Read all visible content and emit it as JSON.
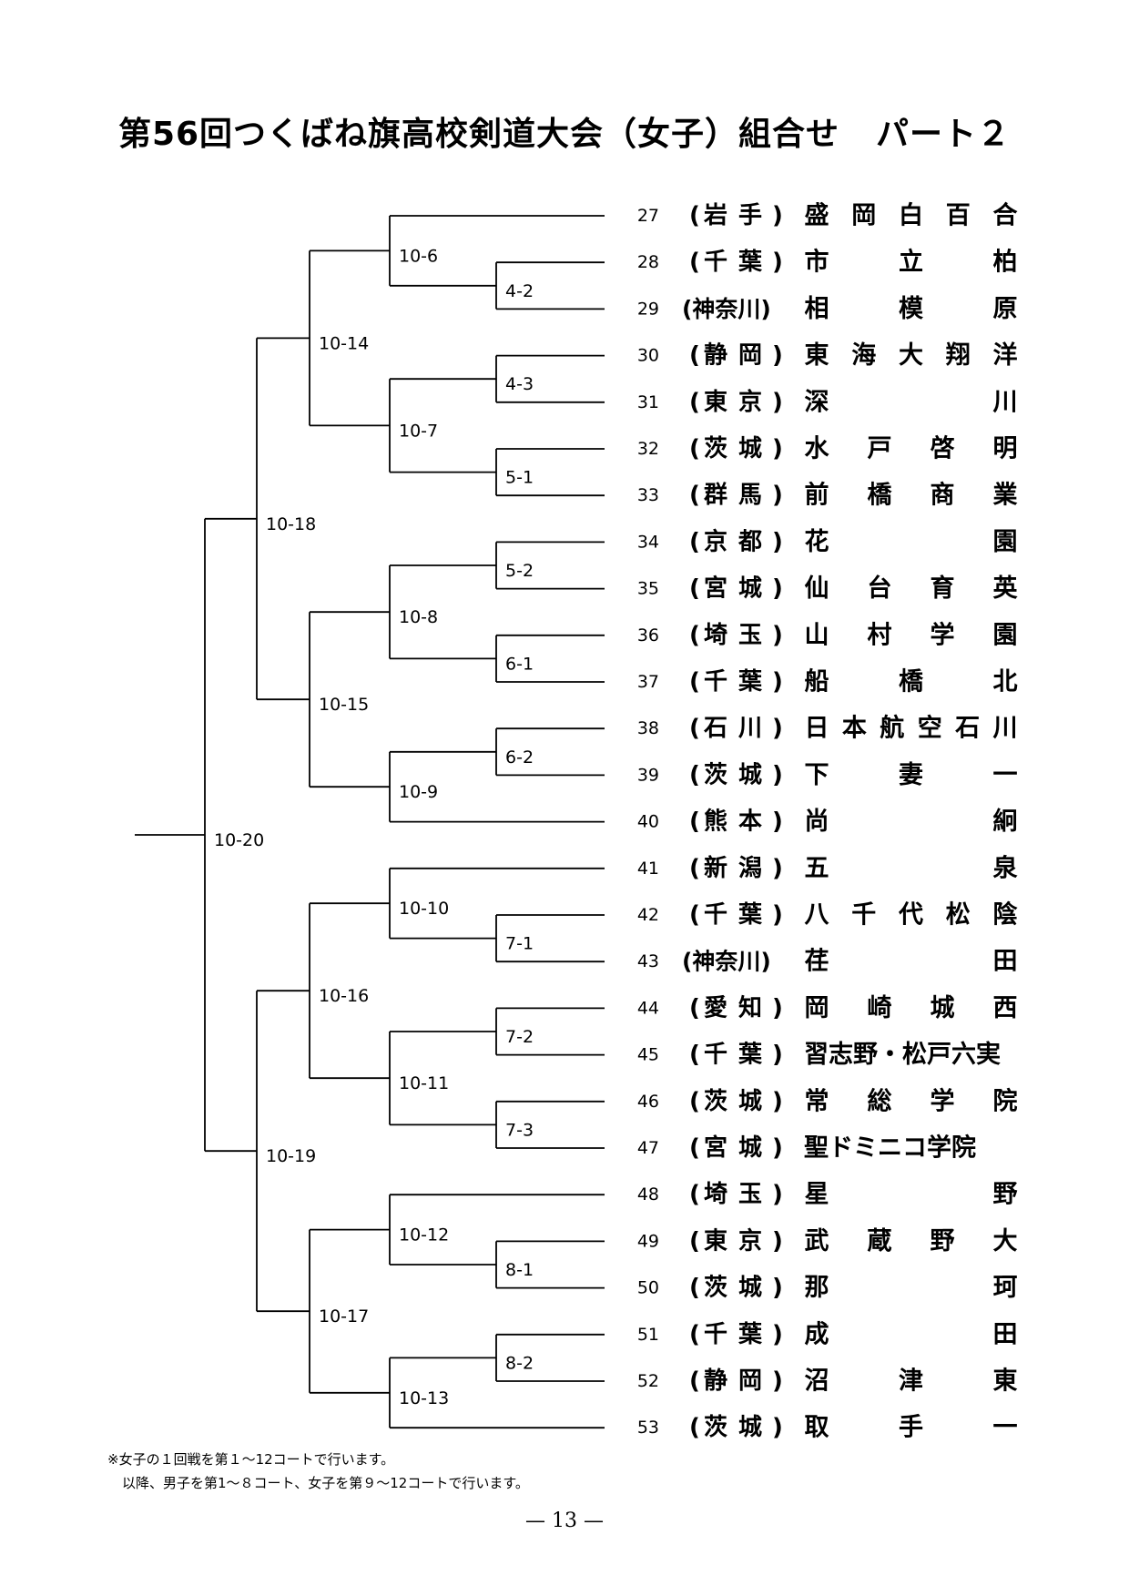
{
  "title": {
    "main": "第56回つくばね旗高校剣道大会（女子）組合せ",
    "part": "パート２"
  },
  "final_label": "10-20",
  "rounds": {
    "semi": [
      "10-18",
      "10-19"
    ],
    "quarter": [
      "10-14",
      "10-15",
      "10-16",
      "10-17"
    ],
    "third": [
      "10-6",
      "10-7",
      "10-8",
      "10-9",
      "10-10",
      "10-11",
      "10-12",
      "10-13"
    ],
    "first": [
      "4-2",
      "4-3",
      "5-1",
      "5-2",
      "6-1",
      "6-2",
      "7-1",
      "7-2",
      "7-3",
      "8-1",
      "8-2"
    ]
  },
  "teams": [
    {
      "no": "27",
      "pref": "岩手",
      "name": "盛岡白百合"
    },
    {
      "no": "28",
      "pref": "千葉",
      "name": "市立柏"
    },
    {
      "no": "29",
      "pref": "神奈川",
      "name": "相模原"
    },
    {
      "no": "30",
      "pref": "静岡",
      "name": "東海大翔洋"
    },
    {
      "no": "31",
      "pref": "東京",
      "name": "深川"
    },
    {
      "no": "32",
      "pref": "茨城",
      "name": "水戸啓明"
    },
    {
      "no": "33",
      "pref": "群馬",
      "name": "前橋商業"
    },
    {
      "no": "34",
      "pref": "京都",
      "name": "花園"
    },
    {
      "no": "35",
      "pref": "宮城",
      "name": "仙台育英"
    },
    {
      "no": "36",
      "pref": "埼玉",
      "name": "山村学園"
    },
    {
      "no": "37",
      "pref": "千葉",
      "name": "船橋北"
    },
    {
      "no": "38",
      "pref": "石川",
      "name": "日本航空石川"
    },
    {
      "no": "39",
      "pref": "茨城",
      "name": "下妻一"
    },
    {
      "no": "40",
      "pref": "熊本",
      "name": "尚絅"
    },
    {
      "no": "41",
      "pref": "新潟",
      "name": "五泉"
    },
    {
      "no": "42",
      "pref": "千葉",
      "name": "八千代松陰"
    },
    {
      "no": "43",
      "pref": "神奈川",
      "name": "荏田"
    },
    {
      "no": "44",
      "pref": "愛知",
      "name": "岡崎城西"
    },
    {
      "no": "45",
      "pref": "千葉",
      "name": "習志野・松戸六実"
    },
    {
      "no": "46",
      "pref": "茨城",
      "name": "常総学院"
    },
    {
      "no": "47",
      "pref": "宮城",
      "name": "聖ドミニコ学院"
    },
    {
      "no": "48",
      "pref": "埼玉",
      "name": "星野"
    },
    {
      "no": "49",
      "pref": "東京",
      "name": "武蔵野大"
    },
    {
      "no": "50",
      "pref": "茨城",
      "name": "那珂"
    },
    {
      "no": "51",
      "pref": "千葉",
      "name": "成田"
    },
    {
      "no": "52",
      "pref": "静岡",
      "name": "沼津東"
    },
    {
      "no": "53",
      "pref": "茨城",
      "name": "取手一"
    }
  ],
  "notes": [
    "※女子の１回戦を第１～12コートで行います。",
    "以降、男子を第1～８コート、女子を第９～12コートで行います。"
  ],
  "page_number": "— 13 —"
}
